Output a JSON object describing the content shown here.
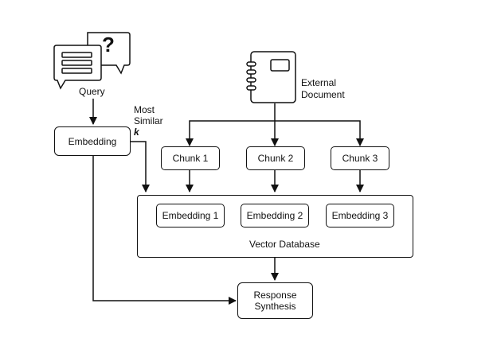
{
  "query": {
    "label": "Query",
    "question_mark": "?"
  },
  "document": {
    "label_line1": "External",
    "label_line2": "Document"
  },
  "embedding_box": {
    "label": "Embedding"
  },
  "most_similar": {
    "line1": "Most",
    "line2": "Similar",
    "k": "k"
  },
  "chunks": [
    {
      "label": "Chunk 1"
    },
    {
      "label": "Chunk 2"
    },
    {
      "label": "Chunk 3"
    }
  ],
  "vector_db": {
    "label": "Vector Database",
    "embeddings": [
      {
        "label": "Embedding 1"
      },
      {
        "label": "Embedding 2"
      },
      {
        "label": "Embedding 3"
      }
    ]
  },
  "response": {
    "line1": "Response",
    "line2": "Synthesis"
  }
}
